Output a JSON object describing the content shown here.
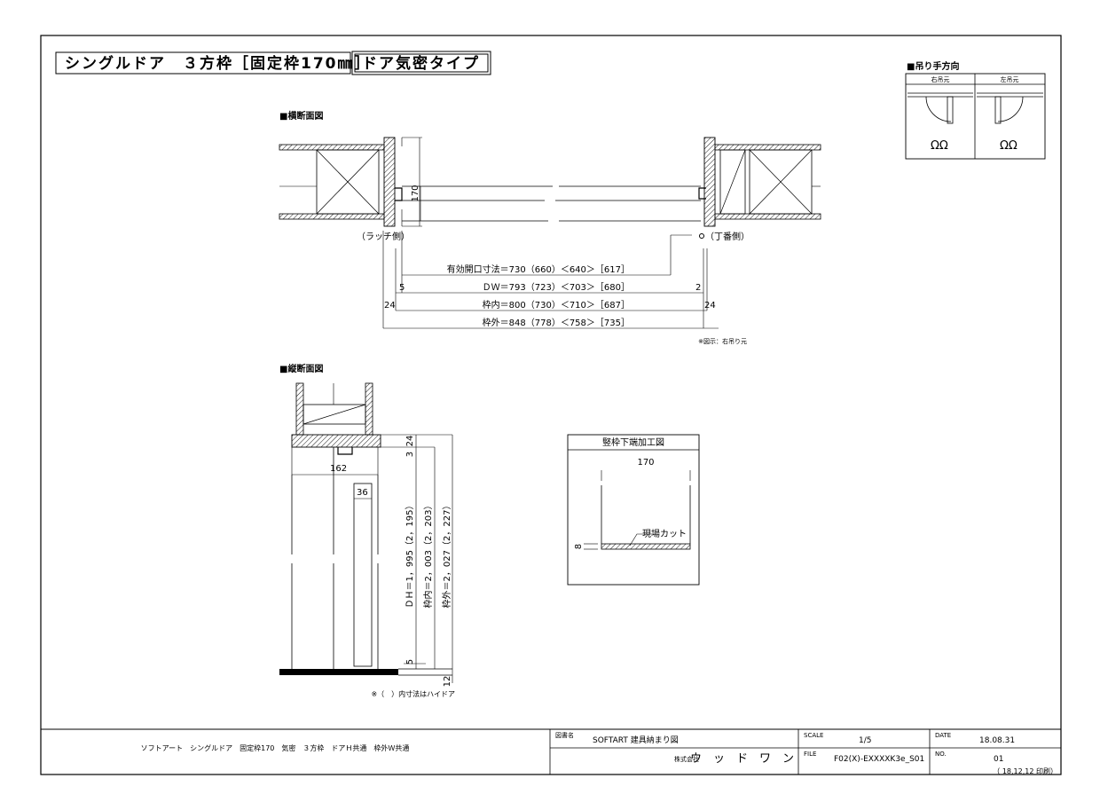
{
  "title": {
    "main": "シングルドア　３方枠［固定枠170㎜］",
    "badge": "ドア気密タイプ"
  },
  "swing": {
    "heading": "■吊り手方向",
    "right": "右吊元",
    "left": "左吊元"
  },
  "horizontal": {
    "heading": "■横断面図",
    "latch_side": "（ラッチ側）",
    "hinge_side": "（丁番側）",
    "frame_depth": "170",
    "dims": {
      "effective": "有効開口寸法＝730（660）＜640＞［617］",
      "dw": "ＤＷ＝793（723）＜703＞［680］",
      "inner": "枠内＝800（730）＜710＞［687］",
      "outer": "枠外＝848（778）＜758＞［735］"
    },
    "left_5": "5",
    "right_2": "2",
    "left_24": "24",
    "right_24": "24",
    "note": "※図示：右吊り元"
  },
  "vertical": {
    "heading": "■縦断面図",
    "w162": "162",
    "d36": "36",
    "top_3": "3",
    "top_24": "24",
    "dh": "ＤＨ＝1，995（2，195）",
    "inner": "枠内＝2，003（2，203）",
    "outer": "枠外＝2，027（2，227）",
    "bottom_5": "5",
    "bottom_12": "12",
    "note": "※（　）内寸法はハイドア"
  },
  "detail": {
    "title": "竪枠下端加工図",
    "width": "170",
    "cut": "現場カット",
    "depth": "8"
  },
  "footer": {
    "description": "ソフトアート　シングルドア　固定枠170　気密　３方枠　ドアＨ共通　枠外Ｗ共通",
    "drawing_label": "図書名",
    "drawing_name": "SOFTART 建具納まり図",
    "company_label": "株式会社",
    "company": "ウ　ッ　ド　ワ　ン",
    "scale_label": "SCALE",
    "scale": "1/5",
    "file_label": "FILE",
    "file": "F02(X)-EXXXXK3e_S01",
    "date_label": "DATE",
    "date": "18.08.31",
    "no_label": "NO.",
    "no": "01",
    "print": "（ 18,12,12 印刷）"
  }
}
